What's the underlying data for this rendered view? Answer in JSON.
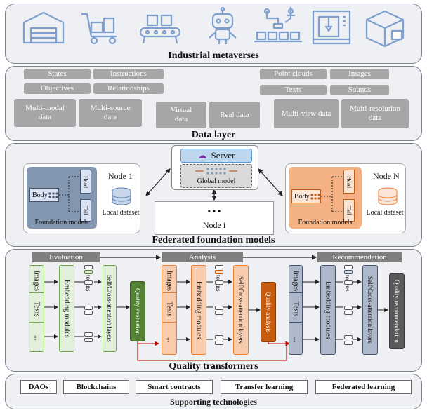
{
  "metaverse": {
    "title": "Industrial metaverses"
  },
  "data_layer": {
    "title": "Data layer",
    "small_boxes": [
      "States",
      "Instructions",
      "Objectives",
      "Relationships",
      "Point clouds",
      "Images",
      "Texts",
      "Sounds"
    ],
    "big_boxes": [
      "Multi-modal data",
      "Multi-source data",
      "Virtual data",
      "Real data",
      "Multi-view data",
      "Multi-resolution data"
    ]
  },
  "federated": {
    "title": "Federated foundation models",
    "server": "Server",
    "global_model": "Global model",
    "node_1": "Node 1",
    "node_n": "Node N",
    "node_i": "Node i",
    "dots": "• • •",
    "head": "Head",
    "tail": "Tail",
    "body": "Body",
    "foundation_models": "Foundation models",
    "local_dataset": "Local dataset"
  },
  "quality": {
    "title": "Quality transformers",
    "stages": [
      "Evaluation",
      "Analysis",
      "Recommendation"
    ],
    "inputs": [
      "Images",
      "Texts",
      "..."
    ],
    "embedding": "Embedding modules",
    "tokens": "tokens",
    "attention": "Self/Cross-attention layers",
    "outputs": [
      "Quality evaluation",
      "Quality analysis",
      "Quality recommendation"
    ]
  },
  "supporting": {
    "title": "Supporting technologies",
    "items": [
      "DAOs",
      "Blockchains",
      "Smart contracts",
      "Transfer learning",
      "Federated learning"
    ]
  },
  "colors": {
    "green_fill": "#e2efda",
    "green_border": "#70ad47",
    "green_dark": "#548235",
    "orange_fill": "#f8cbad",
    "orange_border": "#ed7d31",
    "orange_dark": "#c55a11",
    "blue_fill": "#adb9ca",
    "blue_border": "#44546a",
    "gray_box": "#a6a6a6"
  },
  "icons": [
    "warehouse-icon",
    "forklift-cart-icon",
    "conveyor-icon",
    "robot-icon",
    "assembly-line-icon",
    "cnc-machine-icon",
    "cube-icon"
  ]
}
